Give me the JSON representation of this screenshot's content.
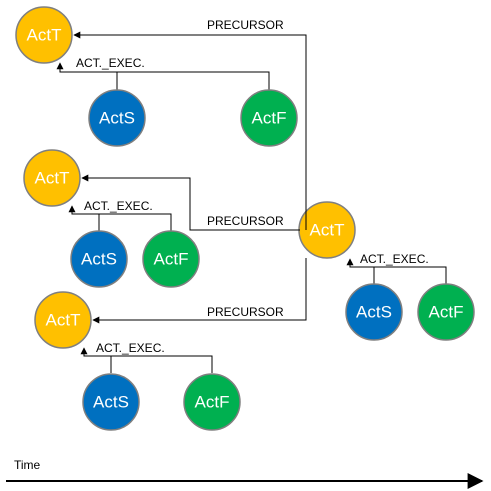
{
  "colors": {
    "actT": "#FFC000",
    "actS": "#0070C0",
    "actF": "#00B050",
    "node_stroke": "#7F7F7F",
    "line": "#000000",
    "label_text": "#FFFFFF"
  },
  "labels": {
    "act_t": "ActT",
    "act_s": "ActS",
    "act_f": "ActF",
    "act_exec": "ACT._EXEC.",
    "precursor": "PRECURSOR",
    "time": "Time"
  },
  "groups": [
    {
      "id": "g1",
      "nodes": [
        "ActT",
        "ActS",
        "ActF"
      ],
      "edge_label": "ACT._EXEC."
    },
    {
      "id": "g2",
      "nodes": [
        "ActT",
        "ActS",
        "ActF"
      ],
      "edge_label": "ACT._EXEC."
    },
    {
      "id": "g3",
      "nodes": [
        "ActT",
        "ActS",
        "ActF"
      ],
      "edge_label": "ACT._EXEC."
    },
    {
      "id": "g4",
      "nodes": [
        "ActT",
        "ActS",
        "ActF"
      ],
      "edge_label": "ACT._EXEC."
    }
  ],
  "precursor_links": [
    {
      "from": "g4",
      "to": "g1",
      "label": "PRECURSOR"
    },
    {
      "from": "g4",
      "to": "g2",
      "label": "PRECURSOR"
    },
    {
      "from": "g4",
      "to": "g3",
      "label": "PRECURSOR"
    }
  ]
}
